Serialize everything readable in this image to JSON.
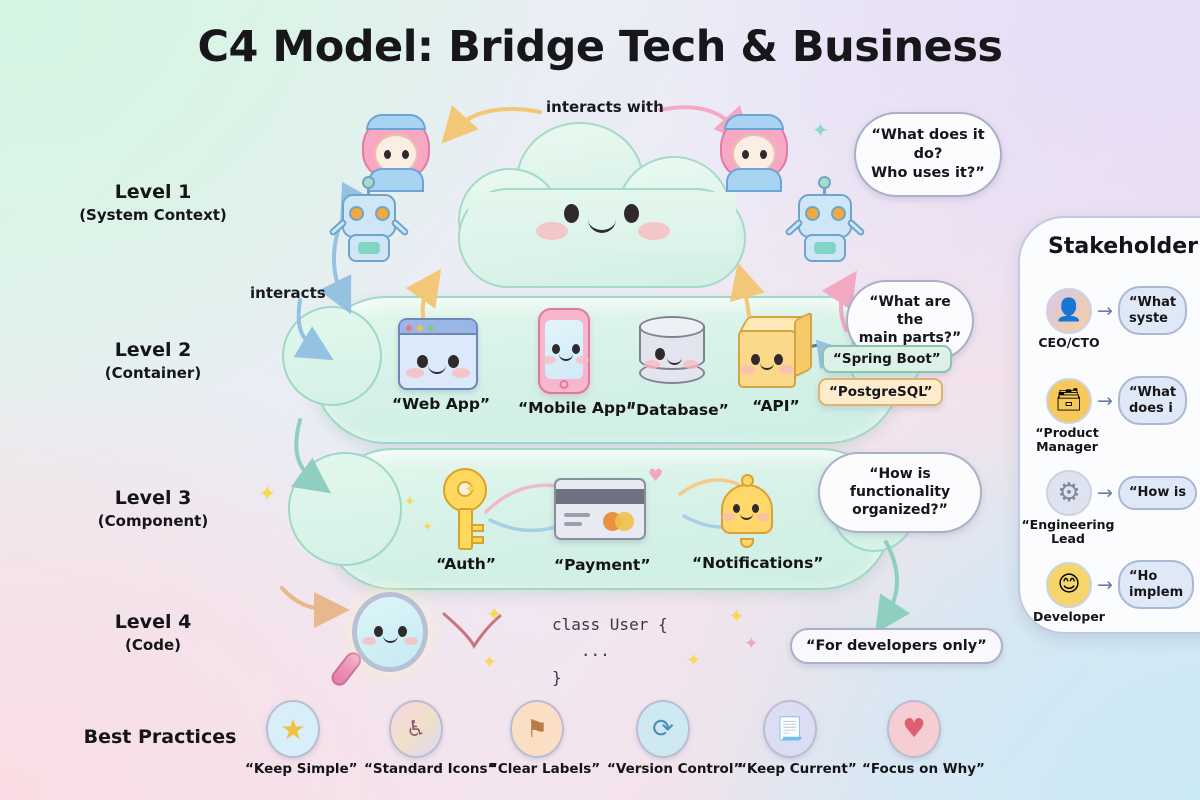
{
  "title": "C4 Model: Bridge Tech & Business",
  "levels": [
    {
      "main": "Level 1",
      "sub": "(System Context)"
    },
    {
      "main": "Level 2",
      "sub": "(Container)"
    },
    {
      "main": "Level 3",
      "sub": "(Component)"
    },
    {
      "main": "Level 4",
      "sub": "(Code)"
    }
  ],
  "best_practices_label": "Best Practices",
  "level1": {
    "arrow_label_top": "interacts with",
    "arrow_label_left": "interacts",
    "question": "“What does it do?\nWho uses it?”",
    "question_line1": "“What does it do?",
    "question_line2": "Who uses it?”"
  },
  "level2": {
    "items": [
      {
        "label": "“Web App”",
        "icon": "browser-window-icon"
      },
      {
        "label": "“Mobile App”",
        "icon": "mobile-phone-icon"
      },
      {
        "label": "“Database”",
        "icon": "database-cylinder-icon"
      },
      {
        "label": "“API”",
        "icon": "cube-icon"
      }
    ],
    "question_line1": "“What are the",
    "question_line2": "main parts?”",
    "tags": [
      {
        "label": "“Spring Boot”",
        "color": "#dcf2e8"
      },
      {
        "label": "“PostgreSQL”",
        "color": "#fdeccd"
      }
    ]
  },
  "level3": {
    "items": [
      {
        "label": "“Auth”",
        "icon": "key-icon"
      },
      {
        "label": "“Payment”",
        "icon": "credit-card-icon"
      },
      {
        "label": "“Notifications”",
        "icon": "bell-icon"
      }
    ],
    "question_line1": "“How is functionality",
    "question_line2": "organized?”"
  },
  "level4": {
    "code_line1": "class User {",
    "code_line2": "   ...",
    "code_line3": "}",
    "note": "“For developers only”",
    "icon": "magnifying-glass-icon"
  },
  "best_practices": [
    {
      "label": "“Keep Simple”",
      "icon": "star-icon",
      "glyph": "★",
      "bg": "#d8eef8",
      "fg": "#f0c040"
    },
    {
      "label": "“Standard Icons”",
      "icon": "smiley-icon",
      "glyph": "⌣",
      "bg": "#f5d9ea",
      "fg": "#b05a7a"
    },
    {
      "label": "“Clear Labels”",
      "icon": "tag-label-icon",
      "glyph": "✉",
      "bg": "#fadfc4",
      "fg": "#b77c47"
    },
    {
      "label": "“Version Control”",
      "icon": "refresh-icon",
      "glyph": "⟳",
      "bg": "#cfe9f3",
      "fg": "#4b8fb5"
    },
    {
      "label": "“Keep Current”",
      "icon": "document-icon",
      "glyph": "▤",
      "bg": "#dcdcf3",
      "fg": "#5b63a6"
    },
    {
      "label": "“Focus on Why”",
      "icon": "heart-icon",
      "glyph": "♥",
      "bg": "#f7cdd4",
      "fg": "#dd6070"
    }
  ],
  "stakeholder_panel": {
    "title": "Stakeholder Ma",
    "rows": [
      {
        "role": "CEO/CTO",
        "icon": "executive-avatar-icon",
        "glyph": "👨‍💼",
        "bubble": "“What  syste",
        "bubble_line1": "“What",
        "bubble_line2": "syste",
        "bg": "#d9c8ee"
      },
      {
        "role": "“Product\nManager",
        "icon": "product-board-icon",
        "glyph": "🗂",
        "bubble": "“What does i",
        "bubble_line1": "“What",
        "bubble_line2": "does i",
        "bg": "#f6c95a"
      },
      {
        "role": "“Engineering\nLead",
        "icon": "gear-icon",
        "glyph": "⚙",
        "bubble": "“How is",
        "bubble_line1": "“How is",
        "bubble_line2": "",
        "bg": "#dfe3ef"
      },
      {
        "role": "Developer",
        "icon": "developer-face-icon",
        "glyph": "😊",
        "bubble": "“Ho implem",
        "bubble_line1": "“Ho",
        "bubble_line2": "implem",
        "bg": "#f8d56b"
      }
    ]
  },
  "colors": {
    "cloud_fill": "#ddf3ea",
    "cloud_stroke": "#9fd8c4",
    "bubble_fill": "#f8f8fd",
    "accent_yellow": "#f0c040",
    "accent_pink": "#f2a0bd",
    "accent_blue": "#8fb8dd"
  }
}
